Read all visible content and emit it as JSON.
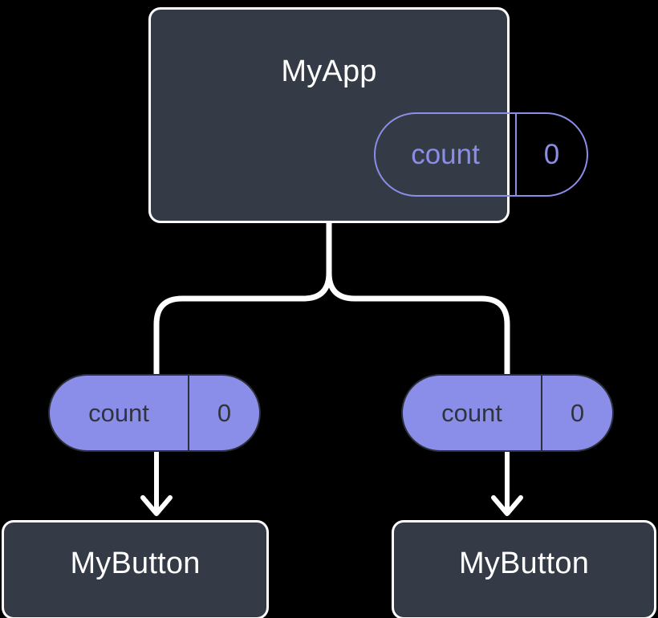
{
  "diagram": {
    "title": "MyApp component tree with shared count state",
    "type": "component-tree",
    "background_color": "#000000",
    "colors": {
      "node_fill": "#343a46",
      "node_border": "#ffffff",
      "accent_purple": "#8b8ee8",
      "pill_text_dark": "#2f3440",
      "wire": "#ffffff"
    }
  },
  "root": {
    "label": "MyApp",
    "state_pill": {
      "key": "count",
      "value": "0",
      "style": "outlined"
    }
  },
  "branches": [
    {
      "id": "left",
      "state_pill": {
        "key": "count",
        "value": "0",
        "style": "filled"
      },
      "child": {
        "label": "MyButton"
      }
    },
    {
      "id": "right",
      "state_pill": {
        "key": "count",
        "value": "0",
        "style": "filled"
      },
      "child": {
        "label": "MyButton"
      }
    }
  ]
}
